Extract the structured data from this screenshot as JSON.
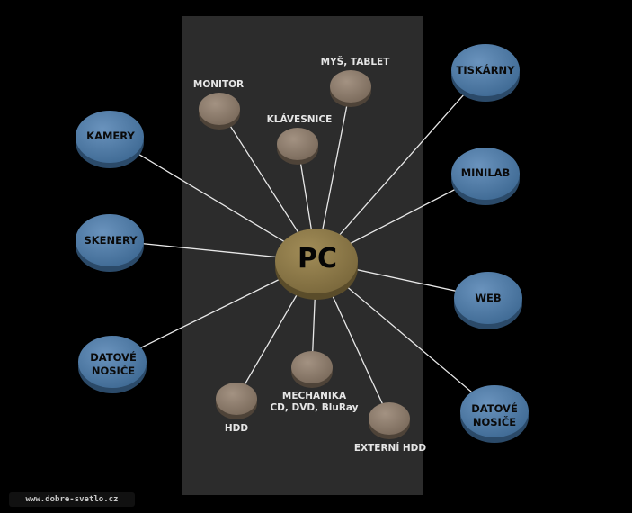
{
  "center": {
    "label": "PC"
  },
  "peripherals": [
    {
      "id": "monitor",
      "label": "MONITOR"
    },
    {
      "id": "mys-tablet",
      "label": "MYŠ, TABLET"
    },
    {
      "id": "klavesnice",
      "label": "KLÁVESNICE"
    },
    {
      "id": "mechanika",
      "label": "MECHANIKA\nCD, DVD, BluRay"
    },
    {
      "id": "hdd",
      "label": "HDD"
    },
    {
      "id": "externi-hdd",
      "label": "EXTERNÍ HDD"
    }
  ],
  "devices": [
    {
      "id": "kamery",
      "label": "KAMERY"
    },
    {
      "id": "skenery",
      "label": "SKENERY"
    },
    {
      "id": "datove-nosice-left",
      "label": "DATOVÉ\nNOSIČE"
    },
    {
      "id": "tiskarny",
      "label": "TISKÁRNY"
    },
    {
      "id": "minilab",
      "label": "MINILAB"
    },
    {
      "id": "web",
      "label": "WEB"
    },
    {
      "id": "datove-nosice-right",
      "label": "DATOVÉ\nNOSIČE"
    }
  ],
  "colors": {
    "background": "#000000",
    "panel": "#2c2c2c",
    "blue_node": "#4f7aa3",
    "brown_node": "#8c7b6b",
    "pc_node": "#8b7748",
    "connector": "#e8e8e8"
  },
  "watermark": "www.dobre-svetlo.cz"
}
